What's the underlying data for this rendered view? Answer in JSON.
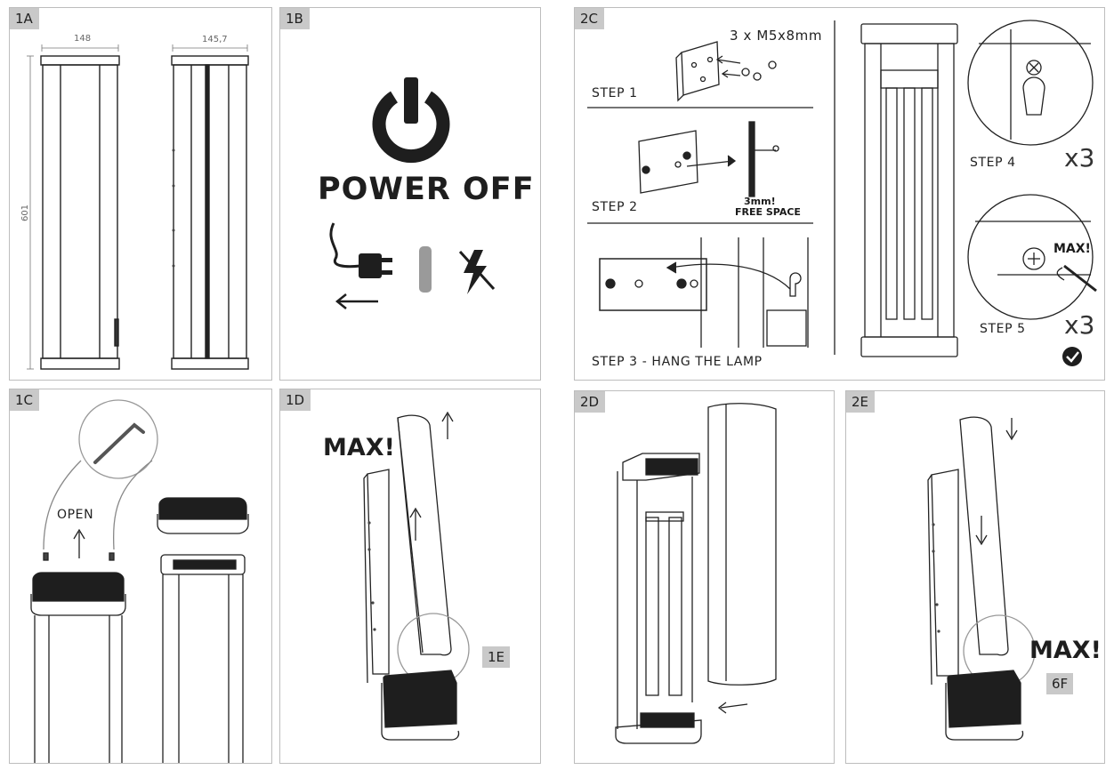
{
  "panels": {
    "p1a": {
      "label": "1A",
      "dim_width_front": "148",
      "dim_width_side": "145,7",
      "dim_height": "601"
    },
    "p1b": {
      "label": "1B",
      "title": "POWER OFF"
    },
    "p2c": {
      "label": "2C",
      "screws": "3 x M5x8mm",
      "step1": "STEP 1",
      "step2": "STEP 2",
      "space_line1": "3mm!",
      "space_line2": "FREE SPACE",
      "step3": "STEP 3 - HANG THE LAMP",
      "step4": "STEP 4",
      "step4_count": "x3",
      "step5_max": "MAX!",
      "step5": "STEP 5",
      "step5_count": "x3"
    },
    "p1c": {
      "label": "1C",
      "open": "OPEN"
    },
    "p1d": {
      "label": "1D",
      "max": "MAX!",
      "ref": "1E"
    },
    "p2d": {
      "label": "2D"
    },
    "p2e": {
      "label": "2E",
      "max": "MAX!",
      "ref": "6F"
    }
  },
  "icons": [
    "power-icon",
    "unplug-icon",
    "no-power-icon",
    "allen-key-icon",
    "checkmark-icon"
  ]
}
